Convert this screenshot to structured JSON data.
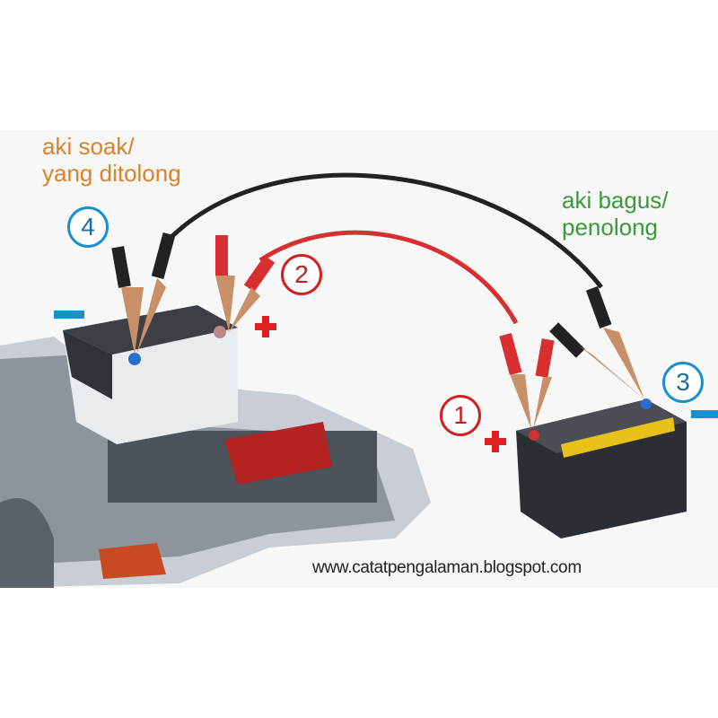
{
  "labels": {
    "weak_battery": [
      "aki soak/",
      "yang ditolong"
    ],
    "good_battery": [
      "aki bagus/",
      "penolong"
    ]
  },
  "steps": [
    "1",
    "2",
    "3",
    "4"
  ],
  "watermark": "www.catatpengalaman.blogspot.com",
  "colors": {
    "positive_cable": "#d83030",
    "negative_cable": "#222222",
    "positive_mark": "#e02020",
    "negative_mark": "#1a8fd0",
    "weak_label": "#d9822b",
    "good_label": "#3a9a3a"
  }
}
